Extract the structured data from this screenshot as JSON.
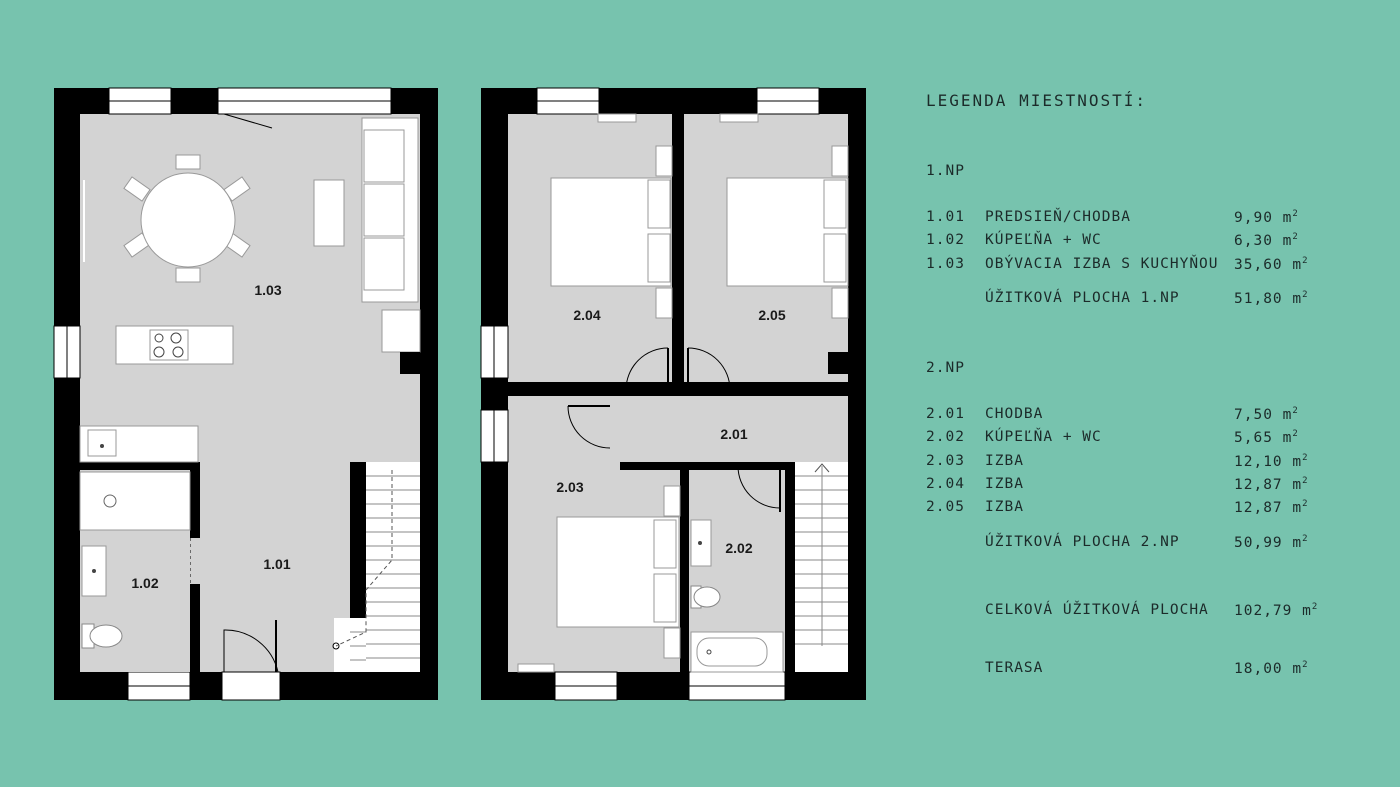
{
  "floor1": {
    "rooms": [
      {
        "code": "1.03"
      },
      {
        "code": "1.02"
      },
      {
        "code": "1.01"
      }
    ]
  },
  "floor2": {
    "rooms": [
      {
        "code": "2.04"
      },
      {
        "code": "2.05"
      },
      {
        "code": "2.01"
      },
      {
        "code": "2.03"
      },
      {
        "code": "2.02"
      }
    ]
  },
  "legend": {
    "title": "LEGENDA MIESTNOSTÍ:",
    "unit": "m",
    "unit_sup": "2",
    "np1": {
      "heading": "1.NP",
      "rows": [
        {
          "code": "1.01",
          "name": "PREDSIEŇ/CHODBA",
          "area": "9,90"
        },
        {
          "code": "1.02",
          "name": "KÚPEĽŇA + WC",
          "area": "6,30"
        },
        {
          "code": "1.03",
          "name": "OBÝVACIA IZBA S KUCHYŇOU",
          "area": "35,60"
        }
      ],
      "total": {
        "name": "ÚŽITKOVÁ PLOCHA  1.NP",
        "area": "51,80"
      }
    },
    "np2": {
      "heading": "2.NP",
      "rows": [
        {
          "code": "2.01",
          "name": "CHODBA",
          "area": "7,50"
        },
        {
          "code": "2.02",
          "name": "KÚPEĽŇA + WC",
          "area": "5,65"
        },
        {
          "code": "2.03",
          "name": "IZBA",
          "area": "12,10"
        },
        {
          "code": "2.04",
          "name": "IZBA",
          "area": "12,87"
        },
        {
          "code": "2.05",
          "name": "IZBA",
          "area": "12,87"
        }
      ],
      "total": {
        "name": "ÚŽITKOVÁ PLOCHA  2.NP",
        "area": "50,99"
      }
    },
    "grand_total": {
      "name": "CELKOVÁ ÚŽITKOVÁ PLOCHA",
      "area": "102,79"
    },
    "terrace": {
      "name": "TERASA",
      "area": "18,00"
    }
  },
  "colors": {
    "background": "#77c3ae",
    "floor": "#d3d3d3",
    "wall": "#000000",
    "glass": "#ffffff"
  }
}
